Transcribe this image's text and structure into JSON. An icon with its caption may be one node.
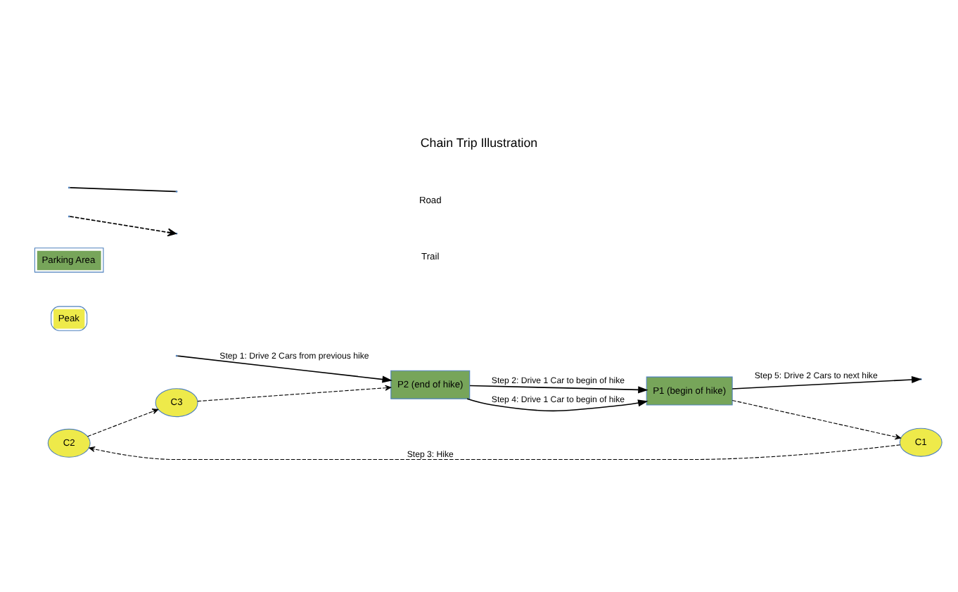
{
  "diagram": {
    "title": "Chain Trip Illustration",
    "nodes": [
      {
        "text": [
          "C2"
        ]
      },
      {
        "text": [
          "C3"
        ]
      },
      {
        "text": [
          "C1"
        ]
      },
      {
        "text": [
          "P2 (end of hike)"
        ]
      },
      {
        "text": [
          "P1 (begin of hike)"
        ]
      }
    ],
    "edges": [
      {
        "from": null,
        "to": 3,
        "arrow": "to",
        "label": "Step 1: Drive 2 Cars from previous hike"
      },
      {
        "from": 3,
        "to": 4,
        "arrow": "to",
        "label": "Step 2: Drive 1 Car to begin of hike"
      },
      {
        "from": 3,
        "to": 4,
        "arrow": "to",
        "label": "Step 4: Drive 1 Car to begin of hike"
      },
      {
        "from": 4,
        "to": null,
        "arrow": "to",
        "label": "Step 5: Drive 2 Cars to next hike"
      },
      {
        "from": 4,
        "to": 2,
        "arrow": "to",
        "style": "dashed"
      },
      {
        "from": 2,
        "to": 0,
        "arrow": "to",
        "style": "dashed",
        "label": "Step 3: Hike"
      },
      {
        "from": 0,
        "to": 1,
        "arrow": "to",
        "style": "dashed"
      },
      {
        "from": 1,
        "to": 3,
        "arrow": "to",
        "style": "dashed"
      }
    ],
    "legend": [
      {
        "text": "Road"
      },
      {
        "text": "Trail"
      },
      {
        "text": "Parking Area",
        "color": "#77a55a"
      },
      {
        "text": "Peak",
        "color": "#eeea4a"
      }
    ]
  }
}
